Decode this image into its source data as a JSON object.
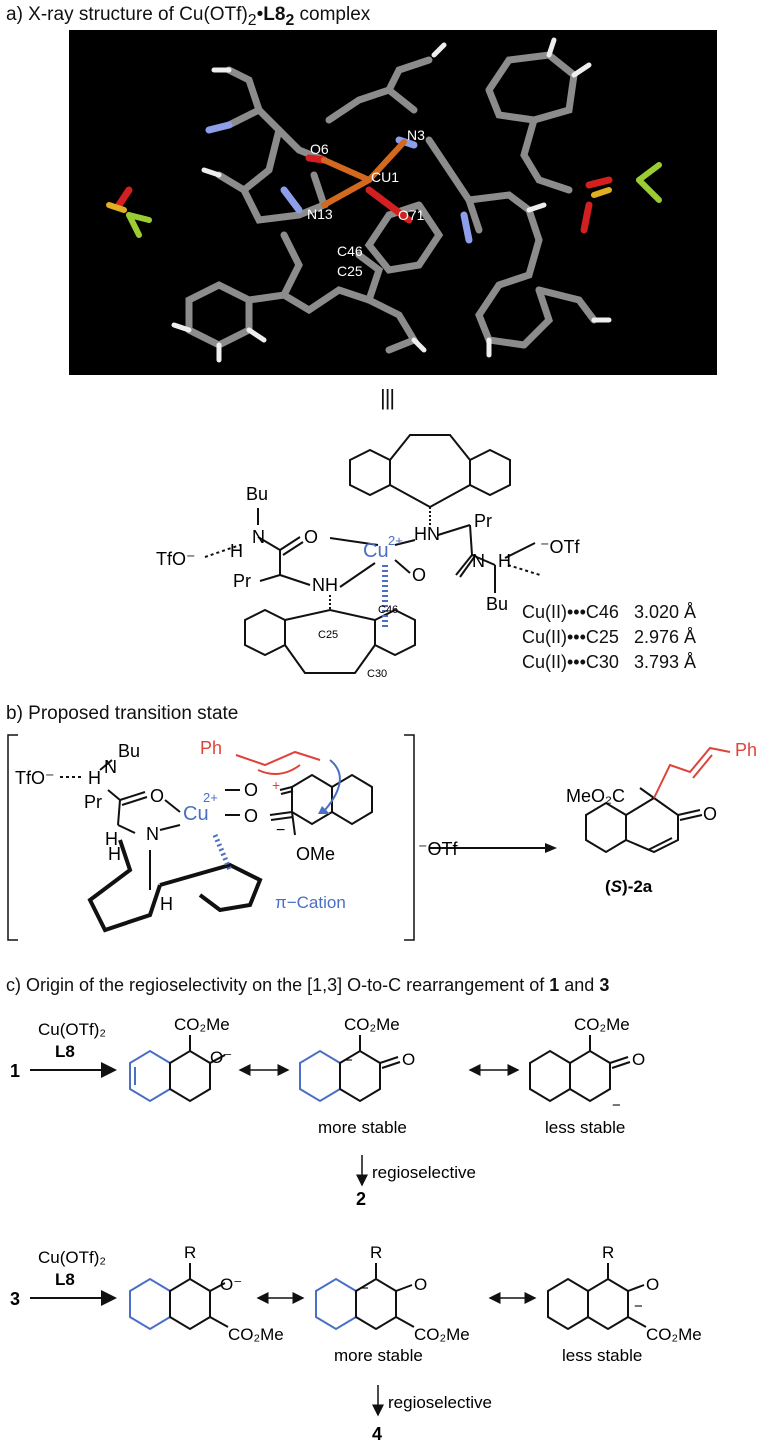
{
  "sections": {
    "a": {
      "title_prefix": "a) X-ray structure of Cu(OTf)",
      "title_sub": "2",
      "title_dot": "•",
      "title_ligand": "L8",
      "title_ligand_sub": "2",
      "title_suffix": " complex",
      "atom_labels": [
        "O6",
        "N3",
        "CU1",
        "N13",
        "O71",
        "C46",
        "C25"
      ],
      "equiv_symbol": "|||",
      "structure": {
        "bu_left": "Bu",
        "tfo_left": "TfO⁻",
        "h_left": "H",
        "n_left": "N",
        "o_left": "O",
        "pr_left": "Pr",
        "nh_left": "NH",
        "hn_right": "HN",
        "pr_right": "Pr",
        "cu": "Cu",
        "cu_charge": "2+",
        "o_right": "O",
        "n_right": "N",
        "h_right": "H",
        "otf_right": "⁻OTf",
        "bu_right": "Bu",
        "c46": "C46",
        "c25": "C25",
        "c30": "C30"
      },
      "distances": [
        {
          "pair": "Cu(II)•••C46",
          "value": "3.020 Å"
        },
        {
          "pair": "Cu(II)•••C25",
          "value": "2.976 Å"
        },
        {
          "pair": "Cu(II)•••C30",
          "value": "3.793 Å"
        }
      ]
    },
    "b": {
      "title": "b) Proposed transition state",
      "ts": {
        "tfo": "TfO⁻",
        "h": "H",
        "n": "N",
        "bu": "Bu",
        "pr": "Pr",
        "o1": "O",
        "cu": "Cu",
        "cu_charge": "2+",
        "h2": "H",
        "h3": "H",
        "n2": "N",
        "h4": "H",
        "o2": "O",
        "o3": "O",
        "ome": "OMe",
        "ph": "Ph",
        "plus": "+",
        "minus": "−",
        "pi_cation": "π−Cation",
        "otf": "⁻OTf"
      },
      "product": {
        "meo2c": "MeO₂C",
        "ph": "Ph",
        "o": "O",
        "label_S": "S",
        "label_rest": "-2a"
      }
    },
    "c": {
      "title_prefix": "c) Origin of the regioselectivity on the [1,3] O-to-C rearrangement of ",
      "title_1": "1",
      "title_and": " and ",
      "title_3": "3",
      "row1": {
        "start": "1",
        "reagent1": "Cu(OTf)₂",
        "reagent2": "L8",
        "s1_co2me": "CO₂Me",
        "s1_o": "O⁻",
        "s2_co2me": "CO₂Me",
        "s2_o": "O",
        "s2_minus": "−",
        "s3_co2me": "CO₂Me",
        "s3_o": "O",
        "s3_minus": "−",
        "more_stable": "more stable",
        "less_stable": "less stable",
        "regioselective": "regioselective",
        "product": "2"
      },
      "row2": {
        "start": "3",
        "reagent1": "Cu(OTf)₂",
        "reagent2": "L8",
        "s1_r": "R",
        "s1_o": "O⁻",
        "s1_co2me": "CO₂Me",
        "s2_r": "R",
        "s2_o": "O",
        "s2_minus": "−",
        "s2_co2me": "CO₂Me",
        "s3_r": "R",
        "s3_o": "O",
        "s3_minus": "−",
        "s3_co2me": "CO₂Me",
        "more_stable": "more stable",
        "less_stable": "less stable",
        "regioselective": "regioselective",
        "product": "4"
      }
    }
  },
  "colors": {
    "blue": "#4a6fc4",
    "red": "#e0423a",
    "black": "#111111",
    "xray_bg": "#000000",
    "bond_gray": "#8c8c8c",
    "n_blue": "#8e9ee8",
    "o_red": "#d22020",
    "cu_orange": "#d2691e",
    "s_yellow": "#e0b020",
    "f_green": "#9acd32"
  }
}
